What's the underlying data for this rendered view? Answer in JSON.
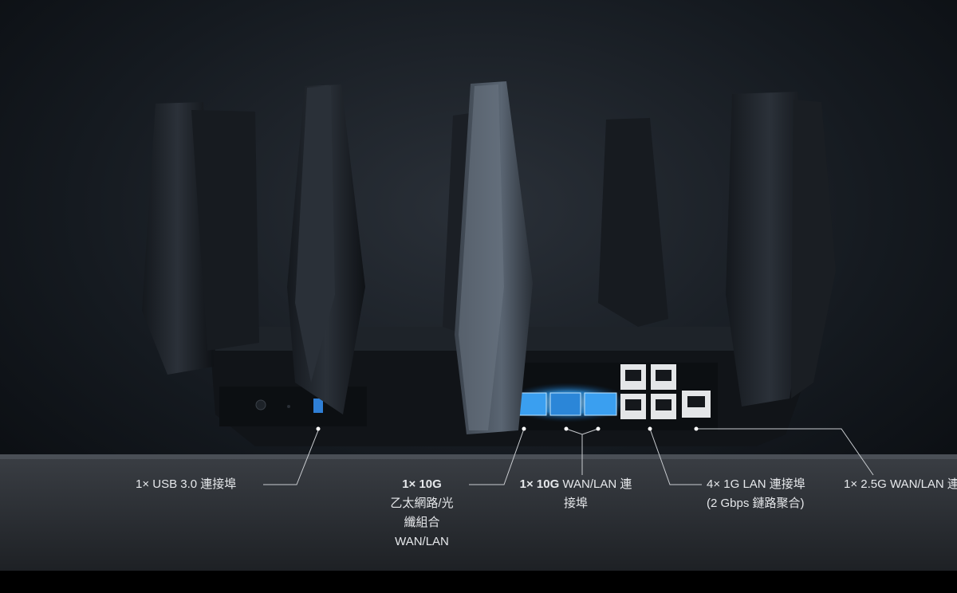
{
  "scene": {
    "subject": "router-rear-ports",
    "colors": {
      "background": "#0b0f14",
      "antenna": "#1b2027",
      "port_glow": "#2fa4ff",
      "label_text": "#e6e8eb",
      "leader_line": "#c9ccd0"
    }
  },
  "callouts": {
    "usb": {
      "text": "1× USB 3.0 連接埠"
    },
    "sfp": {
      "title": "1× 10G",
      "lines": [
        "乙太網路/光",
        "纖組合",
        "WAN/LAN"
      ]
    },
    "wan10g": {
      "title": "1× 10G",
      "rest": " WAN/LAN 連",
      "line2": "接埠"
    },
    "lan1g": {
      "line1": "4× 1G LAN 連接埠",
      "line2": "(2 Gbps 鏈路聚合)"
    },
    "wan25g": {
      "text": "1× 2.5G WAN/LAN 連"
    }
  }
}
